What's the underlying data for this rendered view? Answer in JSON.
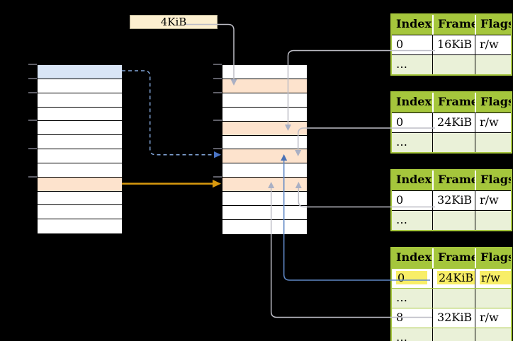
{
  "page_size_label": "4KiB",
  "frame_tables": [
    {
      "name": "page-table-16kib",
      "headers": {
        "index": "Index",
        "frame": "Frame",
        "flags": "Flags"
      },
      "rows": [
        {
          "index": "0",
          "frame": "16KiB",
          "flags": "r/w"
        },
        {
          "index": "…",
          "frame": "",
          "flags": ""
        }
      ]
    },
    {
      "name": "page-table-24kib",
      "headers": {
        "index": "Index",
        "frame": "Frame",
        "flags": "Flags"
      },
      "rows": [
        {
          "index": "0",
          "frame": "24KiB",
          "flags": "r/w"
        },
        {
          "index": "…",
          "frame": "",
          "flags": ""
        }
      ]
    },
    {
      "name": "page-table-32kib",
      "headers": {
        "index": "Index",
        "frame": "Frame",
        "flags": "Flags"
      },
      "rows": [
        {
          "index": "0",
          "frame": "32KiB",
          "flags": "r/w"
        },
        {
          "index": "…",
          "frame": "",
          "flags": ""
        }
      ]
    },
    {
      "name": "page-table-highlighted",
      "headers": {
        "index": "Index",
        "frame": "Frame",
        "flags": "Flags"
      },
      "rows": [
        {
          "index": "0",
          "frame": "24KiB",
          "flags": "r/w",
          "highlighted": true
        },
        {
          "index": "…",
          "frame": "",
          "flags": ""
        },
        {
          "index": "8",
          "frame": "32KiB",
          "flags": "r/w"
        },
        {
          "index": "…",
          "frame": "",
          "flags": ""
        }
      ]
    }
  ],
  "left_table": {
    "row_count": 12,
    "highlighted_rows": {
      "blue_row": 1,
      "orange_row": 9
    }
  },
  "middle_table": {
    "row_count": 12,
    "orange_rows": [
      2,
      5,
      7,
      9
    ]
  },
  "colors": {
    "table_header_green": "#a5c63c",
    "row_light_green": "#eaf1d8",
    "row_orange": "#fde3cd",
    "row_blue": "#d9e5f6",
    "label_cream": "#fcefcf",
    "highlight_yellow": "#f8ee67",
    "connector_gray": "#bdbdc6",
    "connector_blue": "#5f87c5",
    "connector_blue_dashed": "#82a5d8",
    "connector_gold": "#d9990e"
  }
}
